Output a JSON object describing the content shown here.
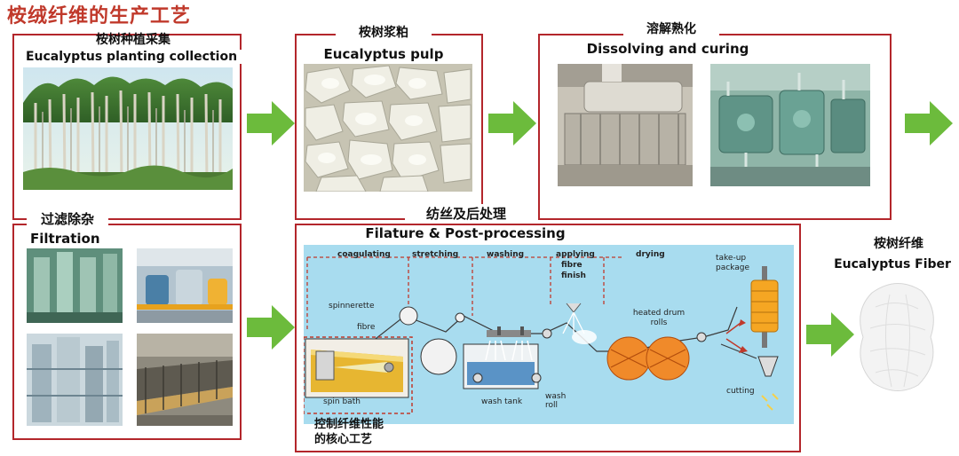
{
  "page": {
    "title": "桉绒纤维的生产工艺"
  },
  "steps": {
    "planting": {
      "cn": "桉树种植采集",
      "en": "Eucalyptus planting collection"
    },
    "pulp": {
      "cn": "桉树浆粕",
      "en": "Eucalyptus pulp"
    },
    "dissolving": {
      "cn": "溶解熟化",
      "en": "Dissolving and curing"
    },
    "filtration": {
      "cn": "过滤除杂",
      "en": "Filtration"
    },
    "filature": {
      "cn": "纺丝及后处理",
      "en": "Filature & Post-processing"
    },
    "fiber": {
      "cn": "桉树纤维",
      "en": "Eucalyptus Fiber"
    }
  },
  "process": {
    "stages": [
      "coagulating",
      "stretching",
      "washing",
      "applying fibre finish",
      "drying"
    ],
    "labels": {
      "spinnerette": "spinnerette",
      "fibre": "fibre",
      "spin_bath": "spin bath",
      "wash_tank": "wash tank",
      "wash_roll": "wash roll",
      "heated_drum_rolls": "heated drum rolls",
      "take_up_package": "take-up package",
      "cutting": "cutting"
    },
    "stage_lines": [
      "coagulating",
      "stretching",
      "washing",
      "applying",
      "fibre",
      "finish",
      "drying"
    ]
  },
  "callout": {
    "line1": "控制纤维性能",
    "line2": "的核心工艺"
  },
  "colors": {
    "accent": "#b3262b",
    "arrow": "#6cbb3c",
    "diagram_bg": "#a8dcef",
    "title": "#c0392b"
  }
}
